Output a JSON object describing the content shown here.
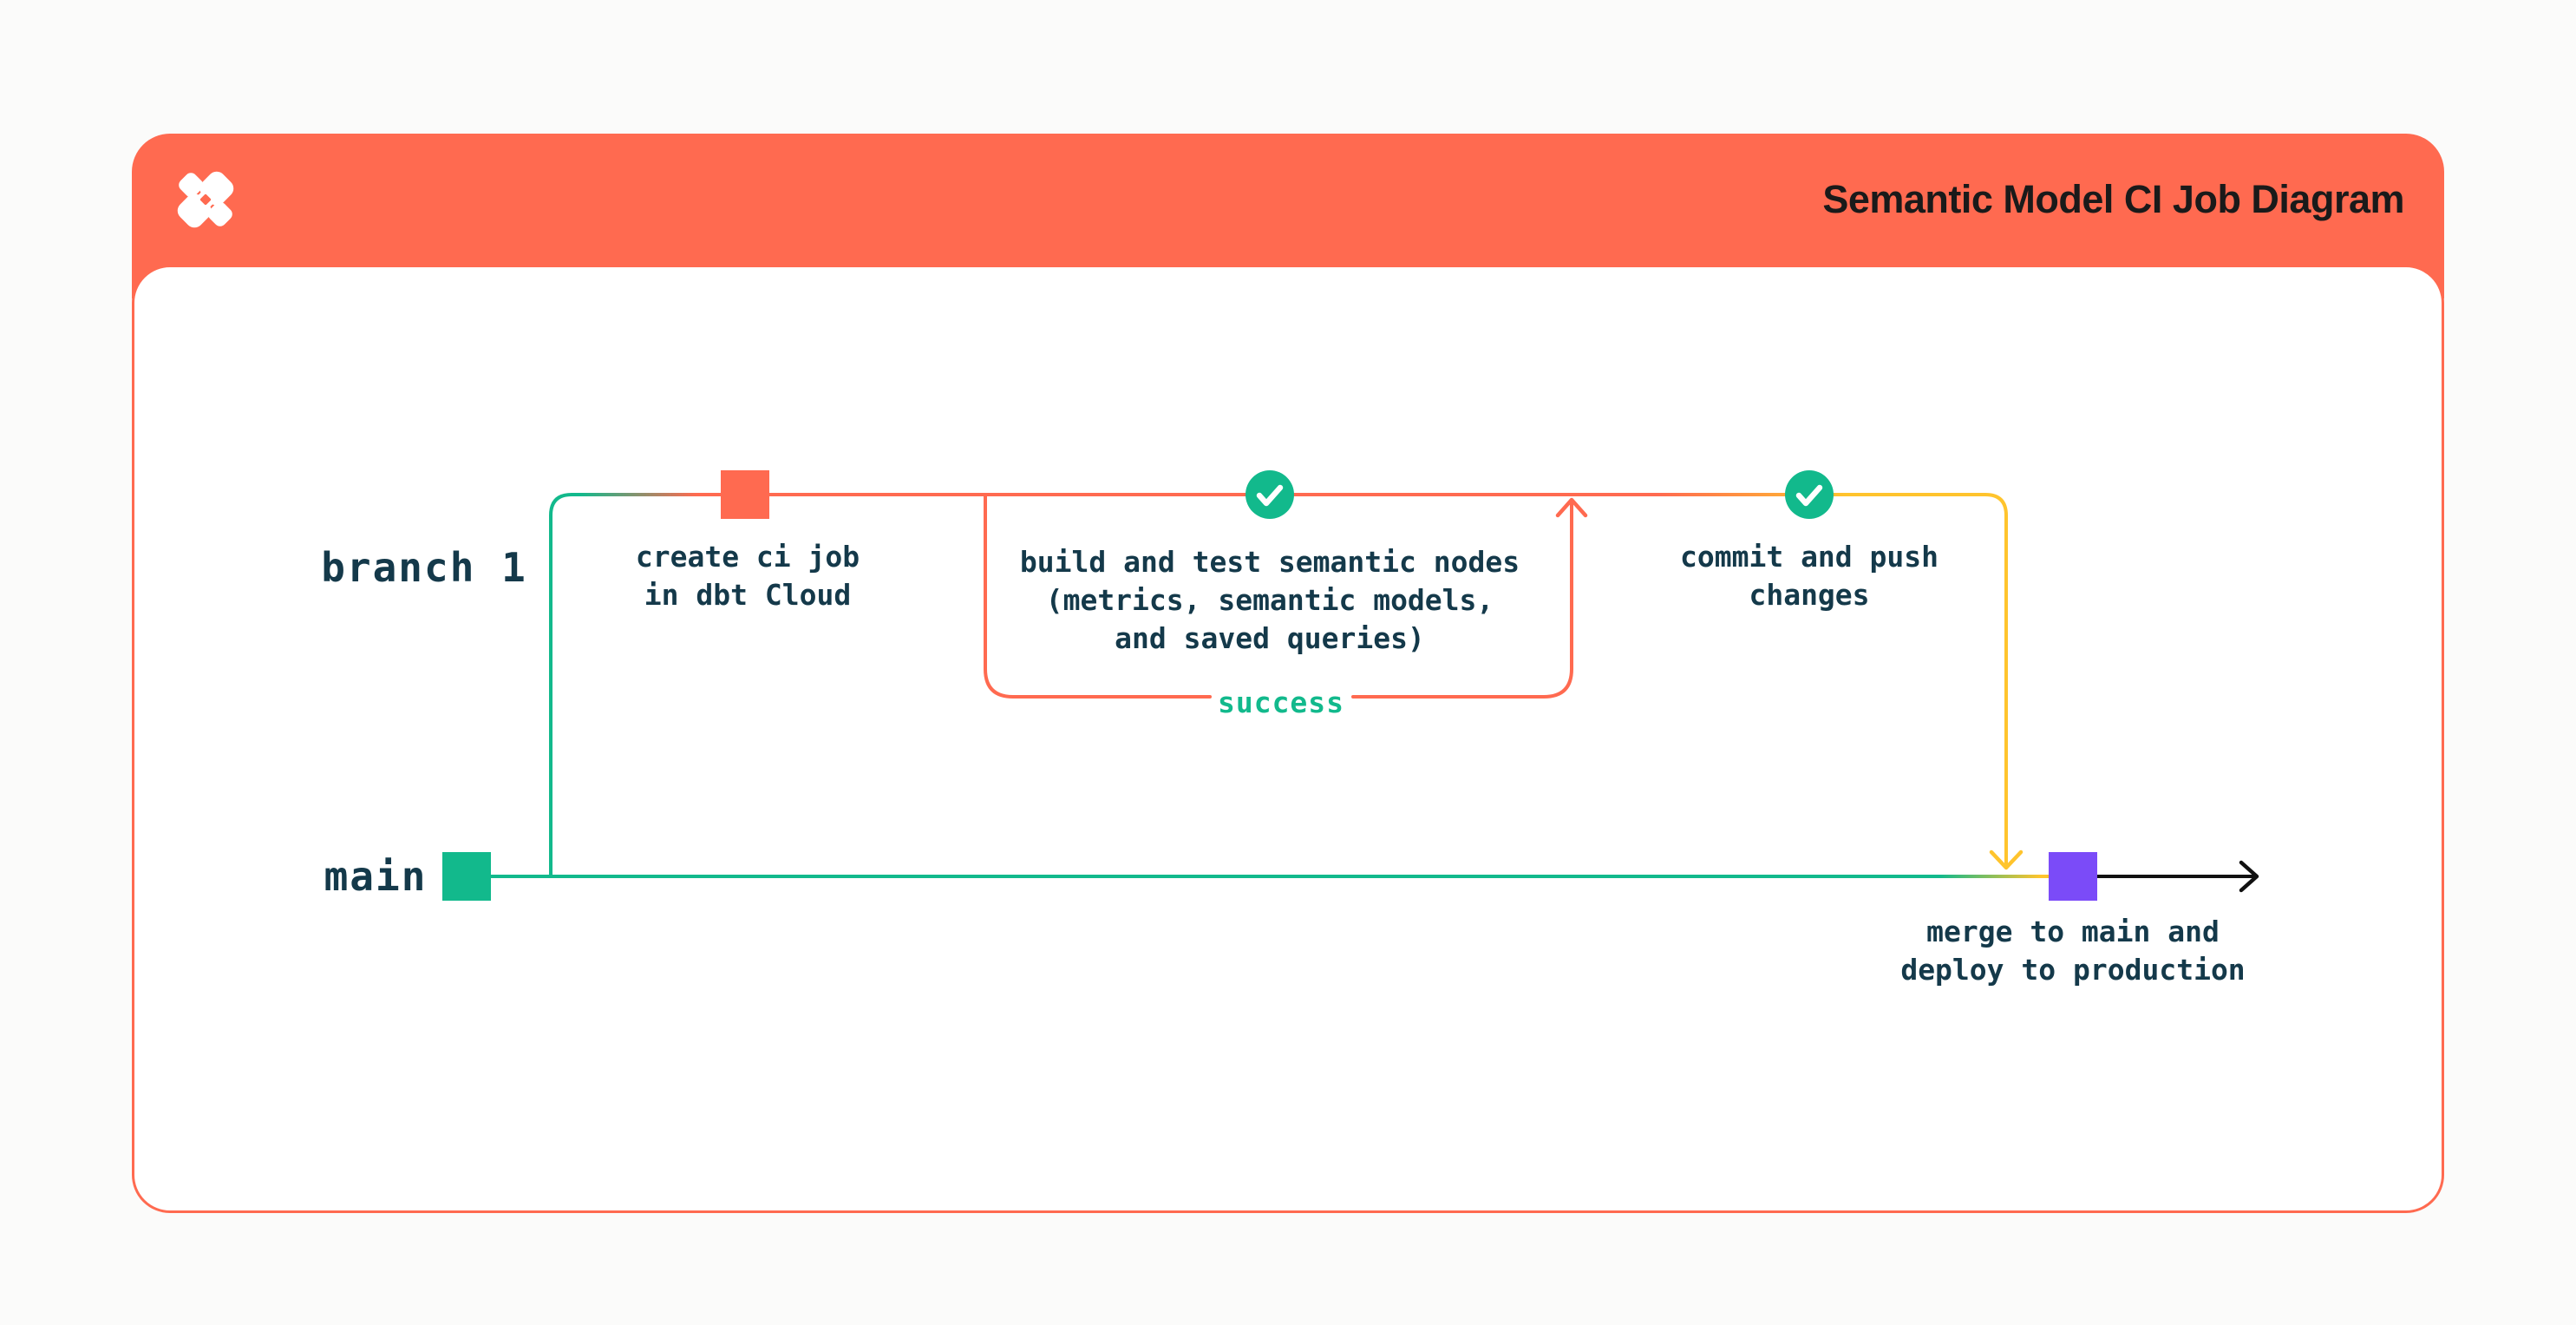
{
  "header": {
    "title": "Semantic Model CI Job Diagram",
    "logo_icon": "dbt-logo",
    "background": "#FF6A50"
  },
  "diagram": {
    "branch_label": "branch 1",
    "main_label": "main",
    "success_label": "success",
    "steps": {
      "create_ci_job": "create ci job\nin dbt Cloud",
      "build_and_test": "build and test semantic nodes\n(metrics, semantic models,\nand saved queries)",
      "commit_and_push": "commit and push\nchanges",
      "merge_and_deploy": "merge to main and\ndeploy to production"
    },
    "markers": {
      "create_commit": "orange-square",
      "main_commit": "green-square",
      "merge_commit": "purple-square",
      "build_check": "green-check-circle",
      "commit_check": "green-check-circle"
    },
    "colors": {
      "orange": "#FF6A50",
      "green": "#12B98C",
      "yellow": "#FFC42D",
      "purple": "#7B4BF8",
      "text_dark": "#14394A",
      "title_text": "#1A1A1A",
      "page_background": "#FBFBFA"
    }
  }
}
